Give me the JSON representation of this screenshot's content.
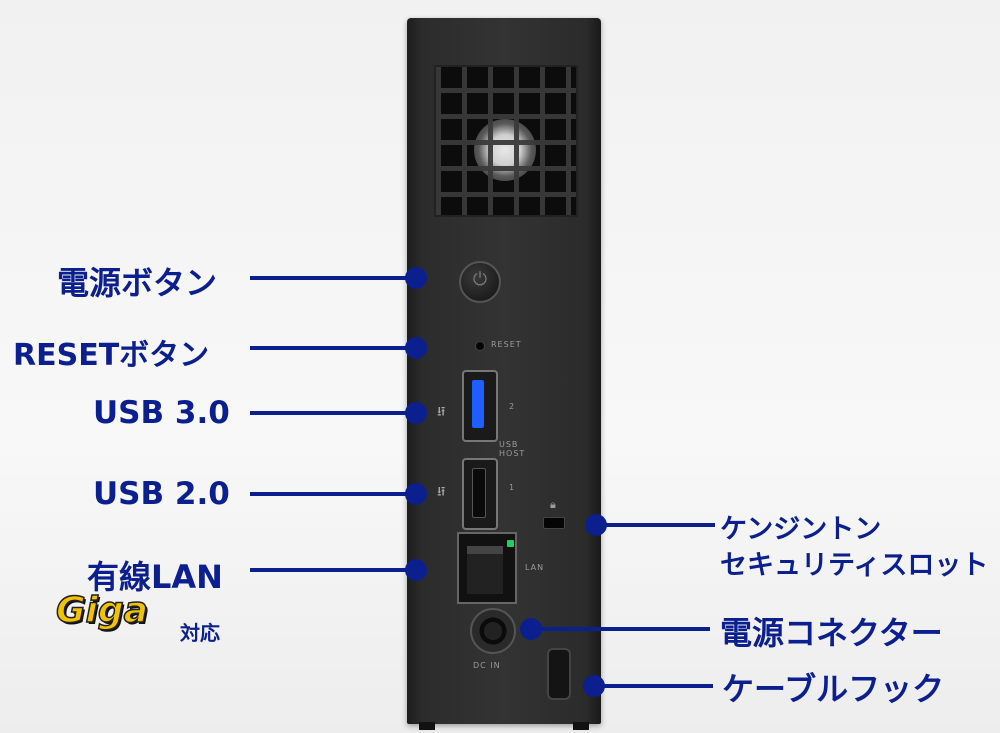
{
  "labels": {
    "power_button": "電源ボタン",
    "reset_button": "RESETボタン",
    "usb3": "USB 3.0",
    "usb2": "USB 2.0",
    "wired_lan": "有線LAN",
    "giga": "Giga",
    "giga_suffix": "対応",
    "kensington_line1": "ケンジントン",
    "kensington_line2": "セキュリティスロット",
    "power_connector": "電源コネクター",
    "cable_hook": "ケーブルフック"
  },
  "device_markings": {
    "reset": "RESET",
    "usb_port_2": "2",
    "usb_port_1": "1",
    "usb_host": "USB HOST",
    "lan": "LAN",
    "dc_in": "DC IN"
  },
  "colors": {
    "label_blue": "#0b1f8f",
    "lan_led": "#1fd05a",
    "usb3_blue": "#1e5eff",
    "giga_gold": "#f3c200"
  }
}
